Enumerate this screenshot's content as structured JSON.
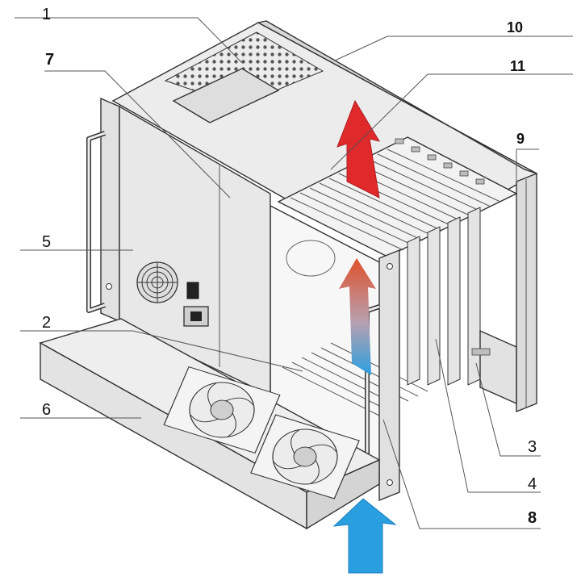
{
  "callouts": [
    {
      "id": "c1",
      "label": "1"
    },
    {
      "id": "c2",
      "label": "2"
    },
    {
      "id": "c3",
      "label": "3"
    },
    {
      "id": "c4",
      "label": "4"
    },
    {
      "id": "c5",
      "label": "5"
    },
    {
      "id": "c6",
      "label": "6"
    },
    {
      "id": "c7",
      "label": "7"
    },
    {
      "id": "c8",
      "label": "8"
    },
    {
      "id": "c9",
      "label": "9"
    },
    {
      "id": "c10",
      "label": "10"
    },
    {
      "id": "c11",
      "label": "11"
    }
  ],
  "colors": {
    "hot_air": "#e0292b",
    "cool_air": "#2a9fe0",
    "panel": "#e9e9e9",
    "panel_dark": "#cfcfcf",
    "outline": "#333333"
  },
  "icons": [
    "fan-icon",
    "power-switch-icon",
    "power-inlet-icon",
    "airflow-arrow-icon"
  ]
}
